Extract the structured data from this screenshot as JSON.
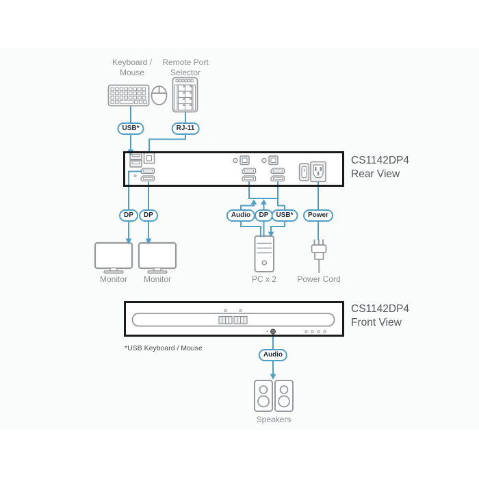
{
  "colors": {
    "connector_teal": "#4f9ec4",
    "pill_text": "#1e2a38",
    "panel_border": "#1a1a1a",
    "device_gray": "#96989b",
    "label_gray": "#8a8c8f",
    "title_gray": "#55565a",
    "band_background": "#fafbfb"
  },
  "labels": {
    "keyboard_mouse": "Keyboard /\nMouse",
    "remote_selector": "Remote Port\nSelector",
    "monitor_1": "Monitor",
    "monitor_2": "Monitor",
    "pc": "PC x 2",
    "power_cord": "Power Cord",
    "speakers": "Speakers",
    "footnote": "*USB Keyboard / Mouse"
  },
  "pills": {
    "usb_keyboard": "USB*",
    "rj11": "RJ-11",
    "dp_monitor_1": "DP",
    "dp_monitor_2": "DP",
    "audio_pc": "Audio",
    "dp_pc": "DP",
    "usb_pc": "USB*",
    "power": "Power",
    "audio_front": "Audio"
  },
  "rear_view": {
    "model": "CS1142DP4",
    "view": "Rear View"
  },
  "front_view": {
    "model": "CS1142DP4",
    "view": "Front View"
  }
}
